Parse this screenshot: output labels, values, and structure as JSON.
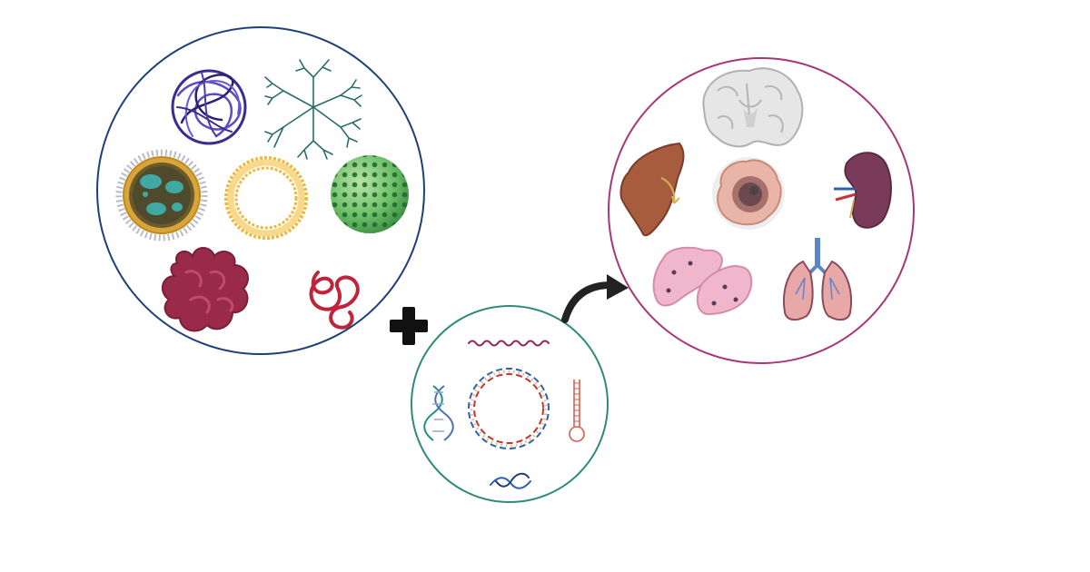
{
  "figure": {
    "panels": [
      {
        "name": "nanocarrier-types",
        "items": [
          "polymeric-nanoparticle",
          "dendrimer",
          "lipid-nanoparticle",
          "liposome",
          "inorganic-nanoparticle",
          "protein-nanoparticle",
          "peptide"
        ]
      },
      {
        "name": "nucleic-acid-cargo",
        "items": [
          "mrna-strand",
          "dna-double-helix",
          "plasmid-dna",
          "shrna-hairpin",
          "sirna-duplex"
        ]
      },
      {
        "name": "target-organs",
        "items": [
          "brain",
          "liver",
          "tumor",
          "kidney",
          "skin",
          "lungs"
        ]
      }
    ],
    "connectors": [
      "plus-sign",
      "curved-arrow"
    ],
    "colors": {
      "carrier_ring": "#1f3f78",
      "cargo_ring": "#2e8b7a",
      "target_ring": "#a8357a",
      "plus": "#111111",
      "arrow": "#222222"
    }
  }
}
